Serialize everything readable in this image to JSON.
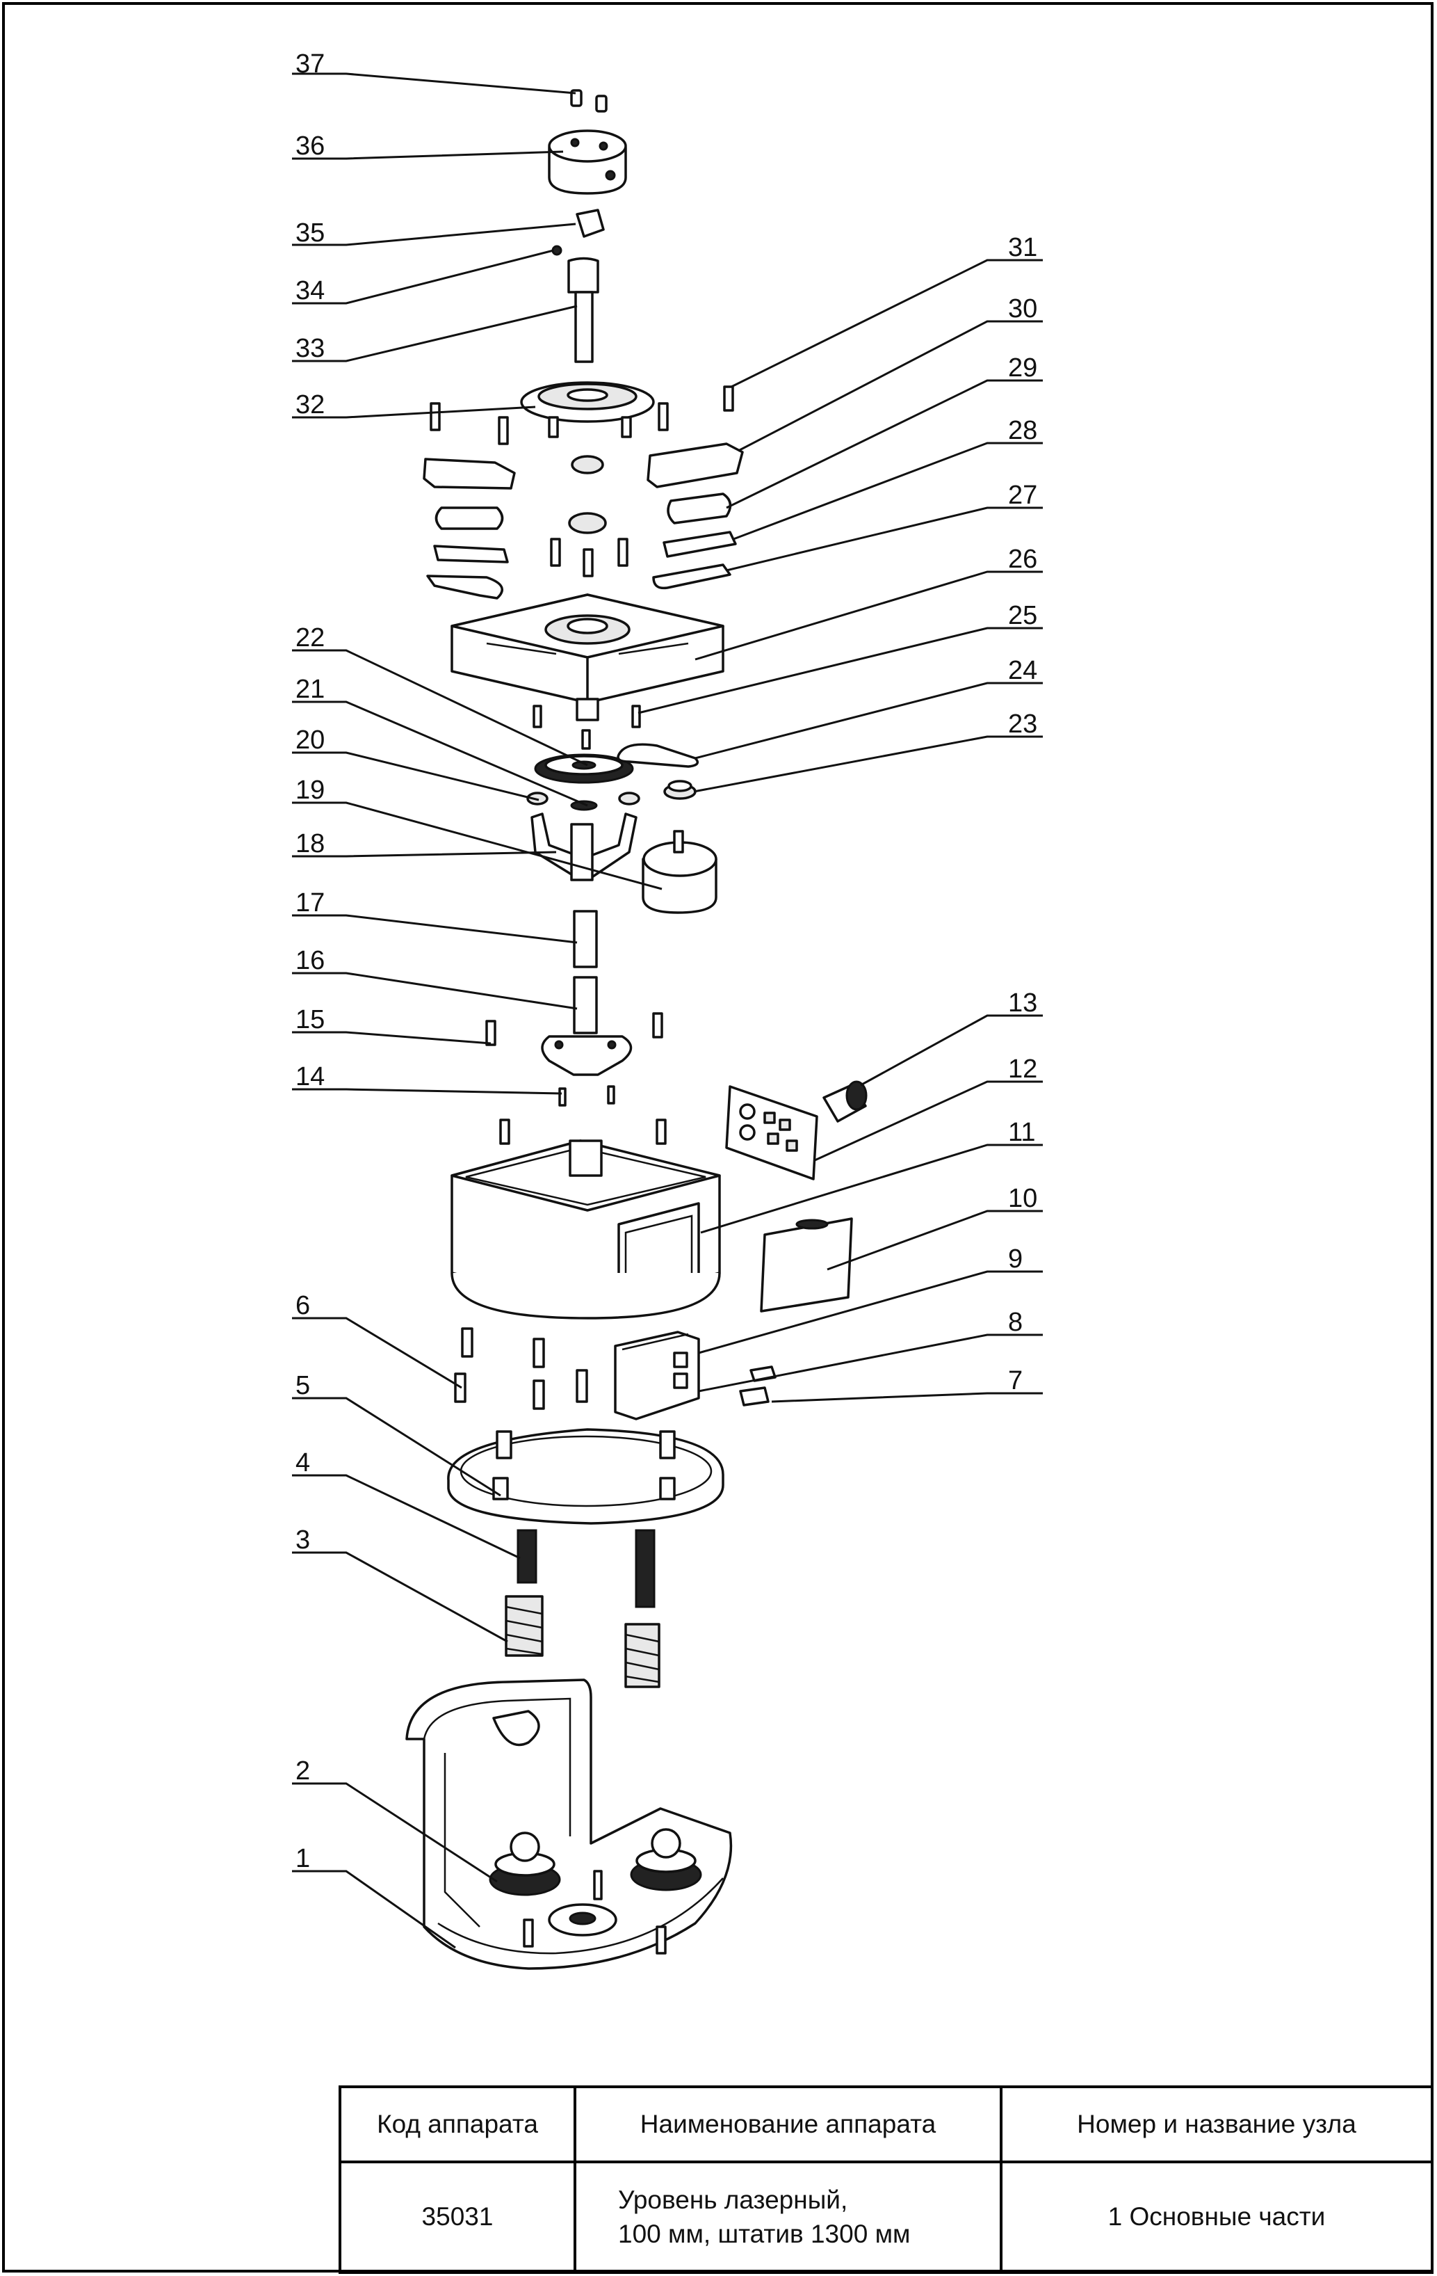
{
  "diagram": {
    "callouts": [
      "1",
      "2",
      "3",
      "4",
      "5",
      "6",
      "7",
      "8",
      "9",
      "10",
      "11",
      "12",
      "13",
      "14",
      "15",
      "16",
      "17",
      "18",
      "19",
      "20",
      "21",
      "22",
      "23",
      "24",
      "25",
      "26",
      "27",
      "28",
      "29",
      "30",
      "31",
      "32",
      "33",
      "34",
      "35",
      "36",
      "37"
    ]
  },
  "table": {
    "headers": [
      "Код аппарата",
      "Наименование аппарата",
      "Номер и название узла"
    ],
    "row": {
      "code": "35031",
      "name": "Уровень лазерный,\n100 мм, штатив 1300 мм",
      "unit": "1 Основные части"
    }
  }
}
